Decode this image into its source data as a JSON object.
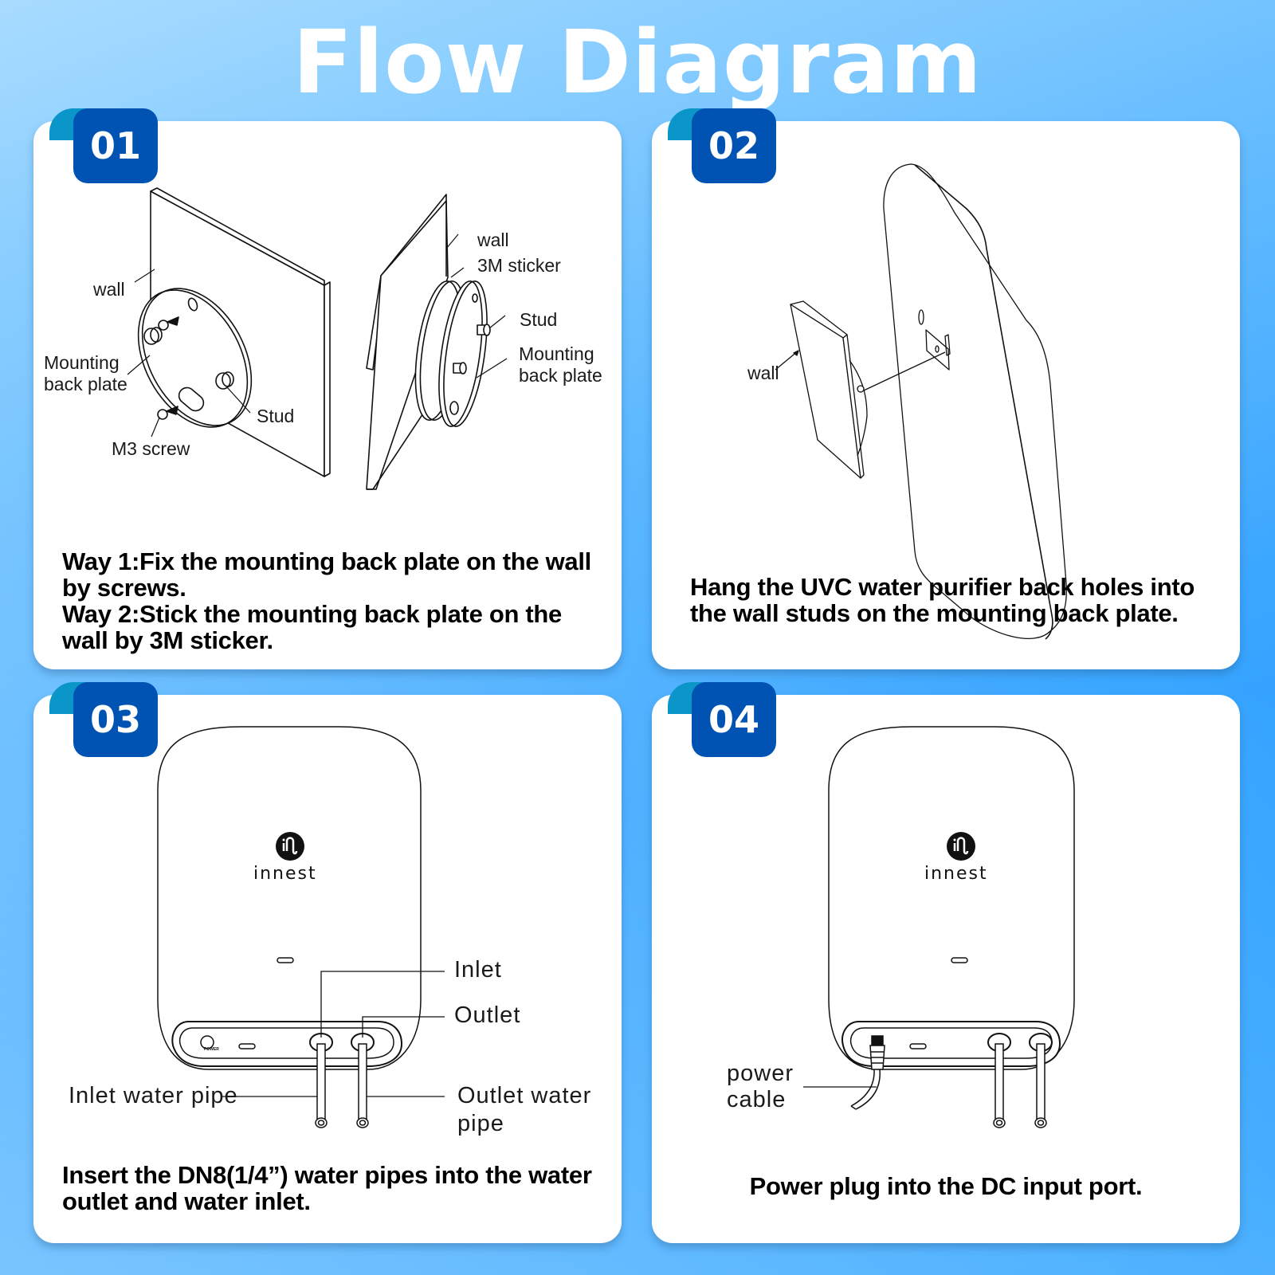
{
  "title": "Flow Diagram",
  "colors": {
    "background_light": "#a8dcff",
    "background_dark": "#1e9bff",
    "badge": "#0053b3",
    "badge_tab": "#0a96c8",
    "card": "#ffffff",
    "text": "#000000"
  },
  "steps": [
    {
      "number": "01",
      "labels": {
        "wall_left": "wall",
        "mounting_back_plate_left_1": "Mounting",
        "mounting_back_plate_left_2": "back plate",
        "stud_left": "Stud",
        "m3_screw": "M3 screw",
        "wall_right": "wall",
        "sticker_3m": "3M sticker",
        "stud_right": "Stud",
        "mounting_back_plate_right_1": "Mounting",
        "mounting_back_plate_right_2": "back plate"
      },
      "caption_lines": [
        "Way 1:Fix the mounting back plate on the wall",
        "by screws.",
        "Way 2:Stick the mounting back plate on the",
        "wall by 3M sticker."
      ]
    },
    {
      "number": "02",
      "labels": {
        "wall": "wall"
      },
      "caption_lines": [
        "Hang the UVC water purifier back holes into",
        "the wall studs on the mounting back plate."
      ]
    },
    {
      "number": "03",
      "brand": "innest",
      "labels": {
        "inlet": "Inlet",
        "outlet": "Outlet",
        "inlet_water_pipe": "Inlet water pipe",
        "outlet_water_pipe_1": "Outlet water",
        "outlet_water_pipe_2": "pipe",
        "power_port": "POWER"
      },
      "caption_lines": [
        "Insert the DN8(1/4”) water pipes into the water",
        "outlet and water inlet."
      ]
    },
    {
      "number": "04",
      "brand": "innest",
      "labels": {
        "power_cable_1": "power",
        "power_cable_2": "cable"
      },
      "caption_lines": [
        "Power plug into the DC input port."
      ]
    }
  ]
}
